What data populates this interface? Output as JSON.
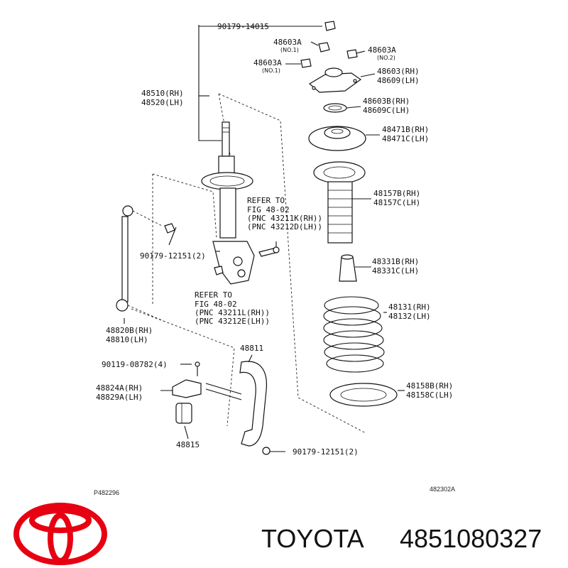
{
  "callouts": {
    "c_90179_14015": "90179-14015",
    "c_48603A_1": "48603A",
    "c_48603A_1_note": "(NO.1)",
    "c_48603A_2": "48603A",
    "c_48603A_2_note": "(NO.2)",
    "c_48603A_3": "48603A",
    "c_48603A_3_note": "(NO.1)",
    "c_48603_rh": "48603(RH)",
    "c_48609_lh": "48609(LH)",
    "c_48510_rh": "48510(RH)",
    "c_48520_lh": "48520(LH)",
    "c_48603B_rh": "48603B(RH)",
    "c_48609C_lh": "48609C(LH)",
    "c_48471B_rh": "48471B(RH)",
    "c_48471C_lh": "48471C(LH)",
    "refer_top": [
      "REFER TO",
      "FIG 48-02",
      "(PNC 43211K(RH))",
      "(PNC 43212D(LH))"
    ],
    "c_48157B_rh": "48157B(RH)",
    "c_48157C_lh": "48157C(LH)",
    "c_90179_12151_a": "90179-12151(2)",
    "c_48331B_rh": "48331B(RH)",
    "c_48331C_lh": "48331C(LH)",
    "refer_mid": [
      "REFER TO",
      "FIG 48-02",
      "(PNC 43211L(RH))",
      "(PNC 43212E(LH))"
    ],
    "c_48131_rh": "48131(RH)",
    "c_48132_lh": "48132(LH)",
    "c_48820B_rh": "48820B(RH)",
    "c_48810_lh": "48810(LH)",
    "c_48811": "48811",
    "c_90119_08782": "90119-08782(4)",
    "c_48824A_rh": "48824A(RH)",
    "c_48829A_lh": "48829A(LH)",
    "c_48158B_rh": "48158B(RH)",
    "c_48158C_lh": "48158C(LH)",
    "c_48815": "48815",
    "c_90179_12151_b": "90179-12151(2)"
  },
  "refs": {
    "left": "P482296",
    "right": "482302A"
  },
  "footer": {
    "brand": "TOYOTA",
    "part_number": "4851080327",
    "logo_color": "#e60012"
  }
}
